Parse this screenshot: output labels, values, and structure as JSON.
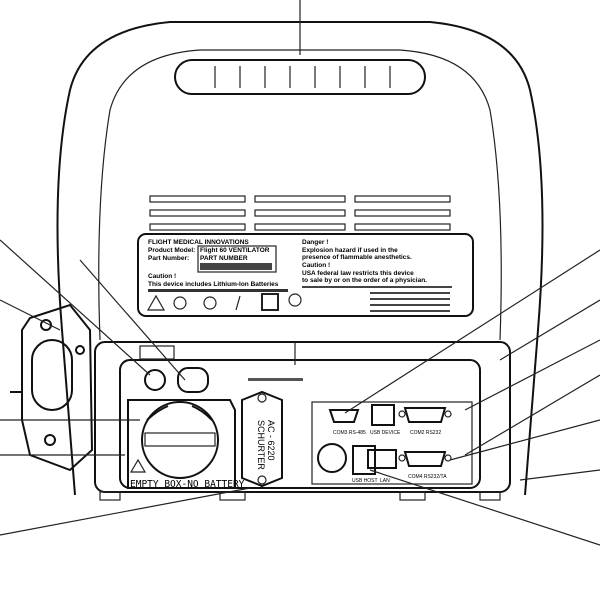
{
  "label_left": {
    "company": "FLIGHT MEDICAL INNOVATIONS",
    "model_label": "Product Model:",
    "model_value": "Flight 60 VENTILATOR",
    "part_label": "Part Number:",
    "part_value": "PART NUMBER",
    "caution": "Caution !",
    "battery_note": "This device includes Lithium-Ion Batteries"
  },
  "label_right": {
    "danger": "Danger !",
    "danger_text_1": "Explosion hazard if used in the",
    "danger_text_2": "presence of flammable anesthetics.",
    "caution": "Caution !",
    "caution_text_1": "USA federal law restricts this device",
    "caution_text_2": "to sale by or on the order of a physician."
  },
  "panel": {
    "fuse": "SCHURTER",
    "fuse_model": "AC - 6220",
    "battery_box": "EMPTY BOX-NO BATTERY",
    "ports": {
      "com3": "COM3 RS-485",
      "usb_device": "USB DEVICE",
      "com2": "COM2 RS232",
      "com4": "COM4 RS232/TA",
      "usb_host": "USB HOST",
      "lan": "LAN"
    }
  }
}
